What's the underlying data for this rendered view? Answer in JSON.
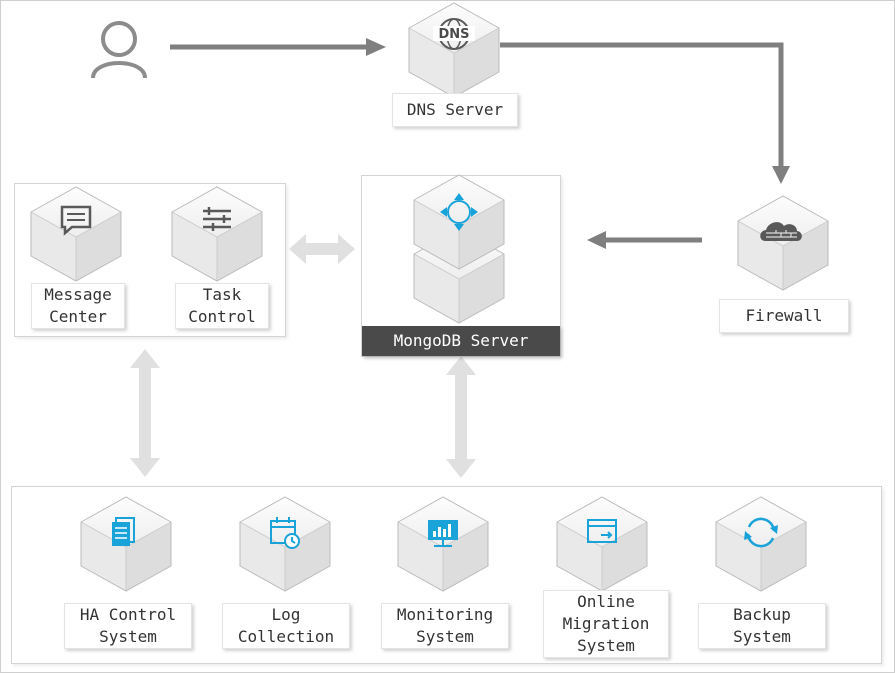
{
  "user": {
    "icon": "user-icon"
  },
  "dns": {
    "label": "DNS Server",
    "icon": "dns-globe-icon",
    "icon_text": "DNS"
  },
  "firewall": {
    "label": "Firewall",
    "icon": "firewall-cloud-icon"
  },
  "mongodb": {
    "label": "MongoDB Server",
    "icon": "mongodb-node-icon"
  },
  "control_group": {
    "nodes": [
      {
        "label": "Message\nCenter",
        "icon": "message-icon"
      },
      {
        "label": "Task\nControl",
        "icon": "sliders-icon"
      }
    ]
  },
  "services": [
    {
      "label": "HA Control\nSystem",
      "icon": "documents-icon"
    },
    {
      "label": "Log\nCollection",
      "icon": "calendar-clock-icon"
    },
    {
      "label": "Monitoring\nSystem",
      "icon": "monitor-chart-icon"
    },
    {
      "label": "Online\nMigration\nSystem",
      "icon": "window-export-icon"
    },
    {
      "label": "Backup\nSystem",
      "icon": "refresh-icon"
    }
  ],
  "colors": {
    "accent": "#1aa3d9",
    "arrow_dark": "#7f7f7f",
    "arrow_light": "#e0e0e0",
    "label_dark": "#4a4a4a"
  }
}
